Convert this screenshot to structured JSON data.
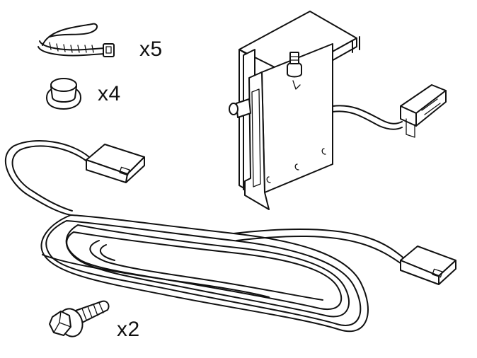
{
  "parts": {
    "cable_ties": {
      "icon": "cable-tie-icon",
      "quantity_label": "x5"
    },
    "caps": {
      "icon": "rubber-cap-icon",
      "quantity_label": "x4"
    },
    "screws": {
      "icon": "flange-screw-icon",
      "quantity_label": "x2"
    },
    "sensor_bracket": {
      "icon": "sensor-bracket-assembly-icon"
    },
    "harness": {
      "icon": "wire-harness-icon"
    }
  }
}
